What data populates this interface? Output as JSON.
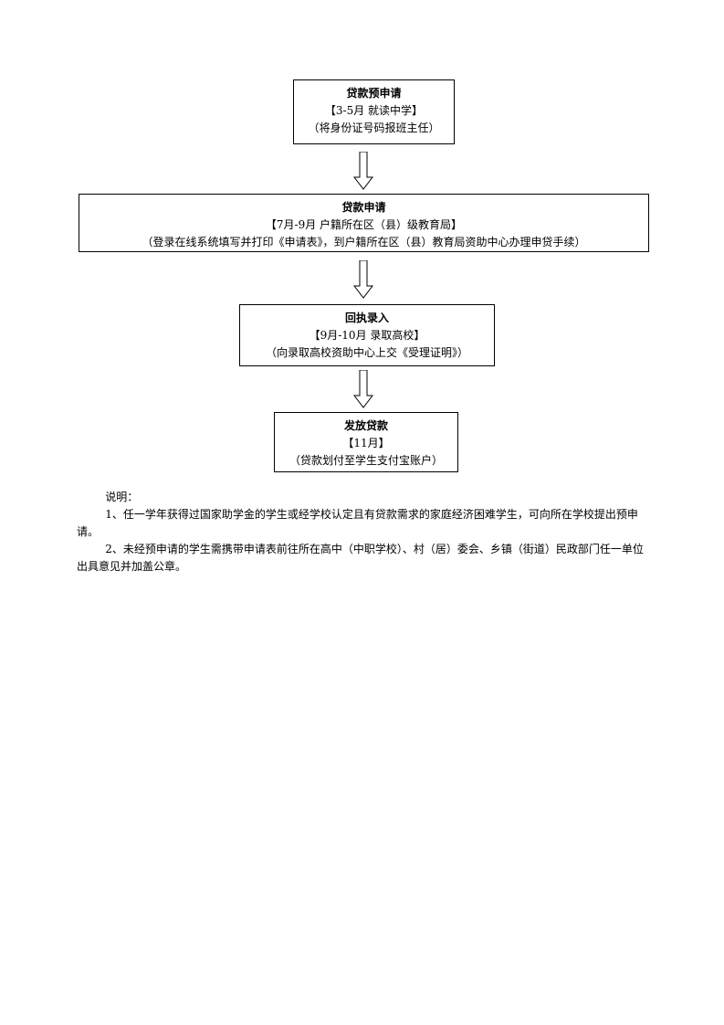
{
  "flow": {
    "steps": [
      {
        "title": "贷款预申请",
        "line1": "【3-5月 就读中学】",
        "line2": "（将身份证号码报班主任）"
      },
      {
        "title": "贷款申请",
        "line1": "【7月-9月 户籍所在区（县）级教育局】",
        "line2": "（登录在线系统填写并打印《申请表》，到户籍所在区（县）教育局资助中心办理申贷手续）"
      },
      {
        "title": "回执录入",
        "line1": "【9月-10月 录取高校】",
        "line2": "（向录取高校资助中心上交《受理证明》）"
      },
      {
        "title": "发放贷款",
        "line1": "【11月】",
        "line2": "（贷款划付至学生支付宝账户）"
      }
    ]
  },
  "notes": {
    "heading": "说明：",
    "items": [
      "1、任一学年获得过国家助学金的学生或经学校认定且有贷款需求的家庭经济困难学生，可向所在学校提出预申请。",
      "2、未经预申请的学生需携带申请表前往所在高中（中职学校）、村（居）委会、乡镇（街道）民政部门任一单位出具意见并加盖公章。"
    ]
  }
}
